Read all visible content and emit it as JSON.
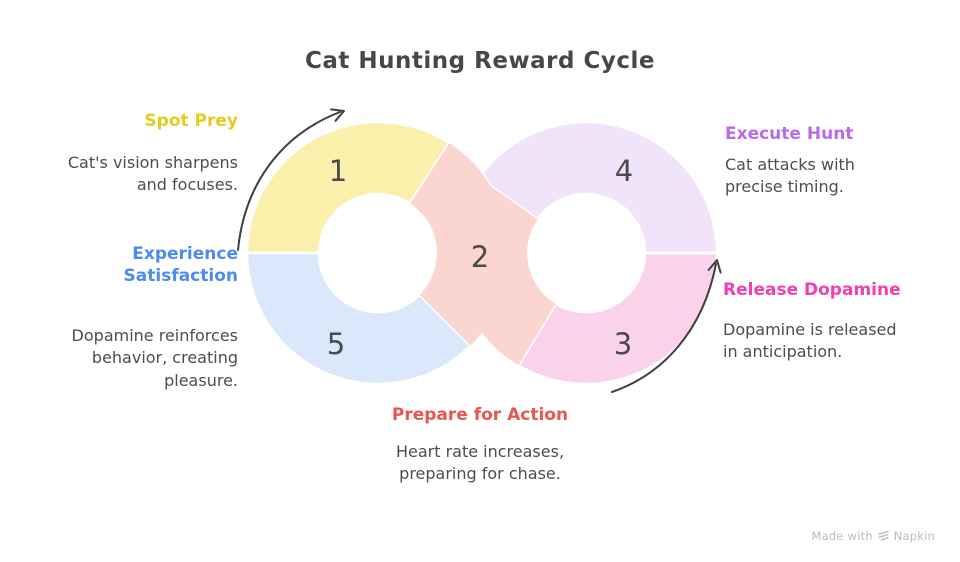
{
  "title": "Cat Hunting Reward Cycle",
  "steps": [
    {
      "num": "1",
      "label": "Spot Prey",
      "desc": "Cat's vision sharpens\nand focuses.",
      "label_color": "#e4cb1e",
      "fill": "#faf0ab"
    },
    {
      "num": "2",
      "label": "Prepare for Action",
      "desc": "Heart rate increases,\npreparing for chase.",
      "label_color": "#e9564e",
      "fill": "#fbd6d1"
    },
    {
      "num": "3",
      "label": "Release Dopamine",
      "desc": "Dopamine is released\nin anticipation.",
      "label_color": "#ef3fb0",
      "fill": "#fad3ea"
    },
    {
      "num": "4",
      "label": "Execute Hunt",
      "desc": "Cat attacks with\nprecise timing.",
      "label_color": "#ba68f0",
      "fill": "#f1e3fa"
    },
    {
      "num": "5",
      "label": "Experience\nSatisfaction",
      "desc": "Dopamine reinforces\nbehavior, creating\npleasure.",
      "label_color": "#4c8bf0",
      "fill": "#dbe7fa"
    }
  ],
  "colors": {
    "ink": "#3f3f3f",
    "separator": "#ffffff"
  },
  "footer": {
    "made_with": "Made with",
    "brand": "Napkin"
  }
}
